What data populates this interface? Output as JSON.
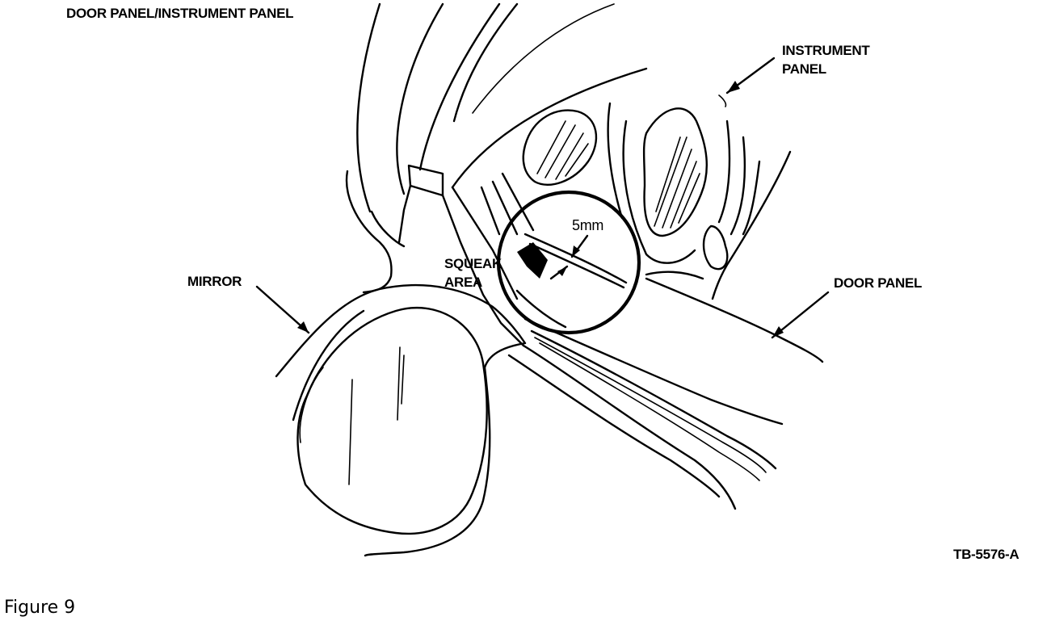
{
  "diagram": {
    "title": "DOOR PANEL/INSTRUMENT PANEL",
    "labels": {
      "instrument_panel_line1": "INSTRUMENT",
      "instrument_panel_line2": "PANEL",
      "mirror": "MIRROR",
      "door_panel": "DOOR PANEL",
      "squeak_line1": "SQUEAK",
      "squeak_line2": "AREA",
      "gap": "5mm"
    },
    "reference_code": "TB-5576-A"
  },
  "caption": "Figure 9"
}
